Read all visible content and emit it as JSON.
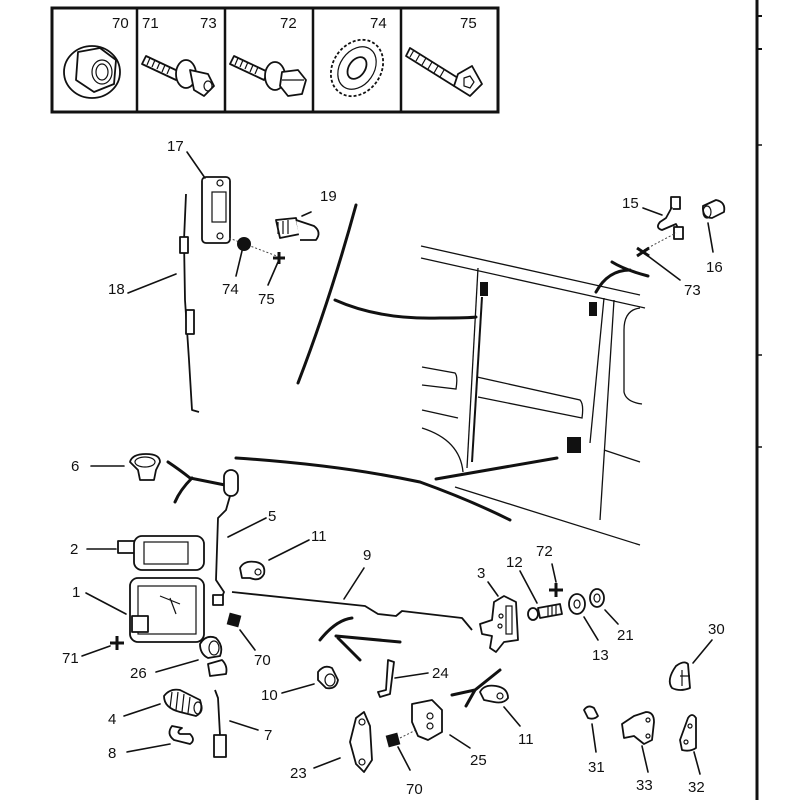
{
  "diagram": {
    "title": "Sliding door lock mechanism - exploded parts view",
    "hardware_legend": [
      {
        "labels": [
          "70"
        ],
        "part": "flange-nut"
      },
      {
        "labels": [
          "71",
          "73"
        ],
        "part": "screw-with-washer-and-cap"
      },
      {
        "labels": [
          "72"
        ],
        "part": "bolt-with-washer-and-hex-head"
      },
      {
        "labels": [
          "74"
        ],
        "part": "serrated-lock-washer"
      },
      {
        "labels": [
          "75"
        ],
        "part": "countersunk-screw"
      }
    ],
    "callouts": [
      {
        "id": "17",
        "part": "striker-plate"
      },
      {
        "id": "18",
        "part": "link-rod-upper"
      },
      {
        "id": "19",
        "part": "threaded-stud"
      },
      {
        "id": "74",
        "part": "washer"
      },
      {
        "id": "75",
        "part": "screw"
      },
      {
        "id": "15",
        "part": "upper-guide-bracket"
      },
      {
        "id": "16",
        "part": "buffer-stop"
      },
      {
        "id": "73",
        "part": "screw"
      },
      {
        "id": "6",
        "part": "clip"
      },
      {
        "id": "5",
        "part": "control-rod"
      },
      {
        "id": "2",
        "part": "outer-handle-housing"
      },
      {
        "id": "11",
        "part": "rod-clip"
      },
      {
        "id": "9",
        "part": "connecting-rod"
      },
      {
        "id": "1",
        "part": "inner-handle"
      },
      {
        "id": "71",
        "part": "screw"
      },
      {
        "id": "70",
        "part": "nut"
      },
      {
        "id": "26",
        "part": "lock-cylinder"
      },
      {
        "id": "3",
        "part": "lock-mechanism"
      },
      {
        "id": "12",
        "part": "pin"
      },
      {
        "id": "72",
        "part": "bolt"
      },
      {
        "id": "13",
        "part": "washer"
      },
      {
        "id": "21",
        "part": "washer"
      },
      {
        "id": "30",
        "part": "bracket"
      },
      {
        "id": "24",
        "part": "link"
      },
      {
        "id": "10",
        "part": "grommet"
      },
      {
        "id": "4",
        "part": "bush"
      },
      {
        "id": "7",
        "part": "lock-rod"
      },
      {
        "id": "8",
        "part": "retaining-clip"
      },
      {
        "id": "23",
        "part": "lower-catch"
      },
      {
        "id": "25",
        "part": "lower-striker"
      },
      {
        "id": "11b",
        "label": "11",
        "part": "rod-clip"
      },
      {
        "id": "31",
        "part": "buffer"
      },
      {
        "id": "33",
        "part": "lower-guide-bracket"
      },
      {
        "id": "32",
        "part": "plate"
      }
    ]
  }
}
